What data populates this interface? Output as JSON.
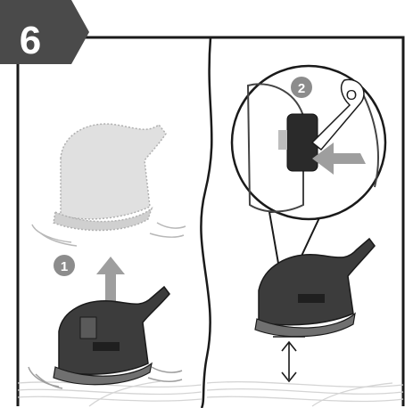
{
  "step": {
    "number": "6"
  },
  "callouts": [
    {
      "number": "1"
    },
    {
      "number": "2"
    }
  ],
  "inset": {
    "symbol": "O"
  },
  "colors": {
    "frame": "#1a1a1a",
    "badge_bg": "#4a4a4a",
    "badge_text": "#ffffff",
    "callout_bg": "#8c8c8c",
    "arrow": "#9e9e9e",
    "tool_dark": "#3c3c3c",
    "tool_ghost": "#c8c8c8",
    "floor": "#d4d4d4"
  },
  "icons": [
    "up-arrow-icon",
    "push-arrow-icon",
    "lock-symbol-icon",
    "double-arrow-icon"
  ]
}
